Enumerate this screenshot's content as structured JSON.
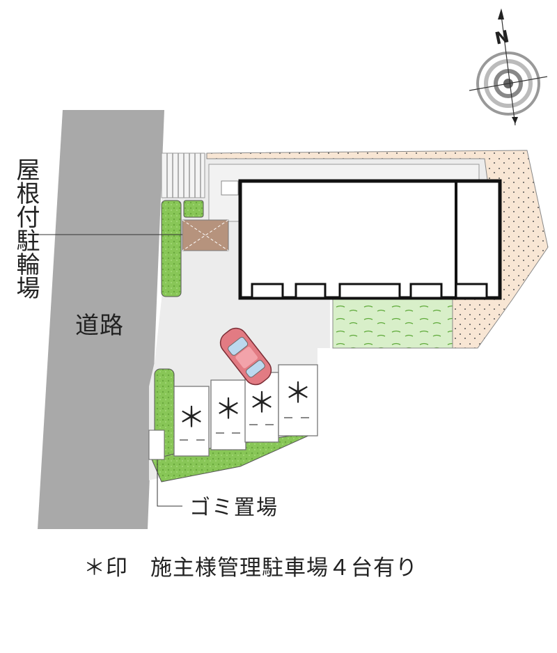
{
  "labels": {
    "road": "道路",
    "bicycle_parking": "屋根付駐輪場",
    "garbage": "ゴミ置場",
    "note": "＊印　施主様管理駐車場４台有り",
    "compass_north": "N",
    "parking_mark": "＊"
  },
  "parking_spaces_marked": 4,
  "colors": {
    "road": "#a9a9a9",
    "site": "#ececec",
    "building": "#ffffff",
    "building_outline": "#111111",
    "greenery": "#88c657",
    "lawn": "#d8efc9",
    "gravel": "#f8e6d4",
    "bicycle_parking": "#b6937d",
    "car_body": "#e27b83"
  },
  "icons": [
    "compass-rose-icon",
    "car-icon"
  ]
}
